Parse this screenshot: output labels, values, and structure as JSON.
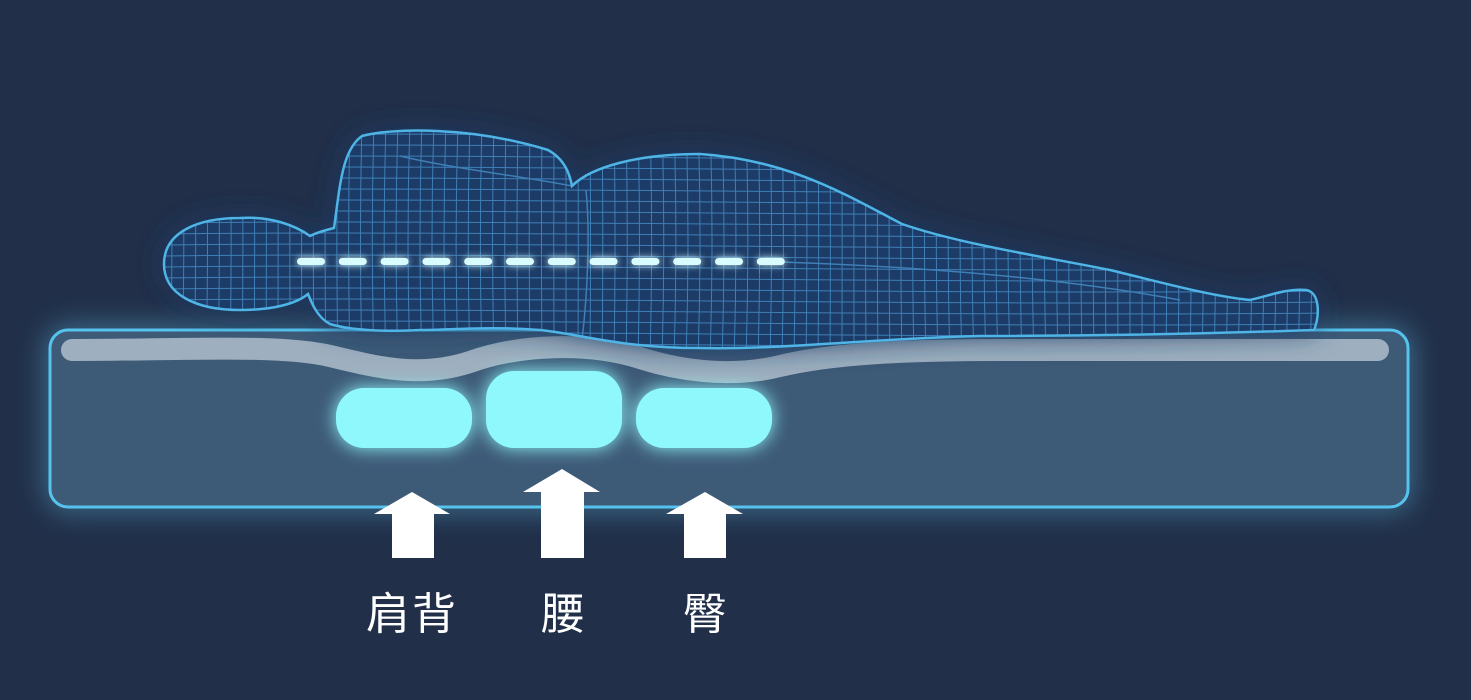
{
  "colors": {
    "background": "#212f49",
    "body_fill": "#1f3a66",
    "body_outline": "#4fb4e6",
    "mesh_line": "#3f7fb6",
    "spine": "#d9fdff",
    "mattress_fill": "#3e5a77",
    "mattress_outline": "#54c3ee",
    "top_layer": "#9eb0bf",
    "support_pad": "#8ff8fc",
    "arrow": "#ffffff",
    "label_text": "#ffffff"
  },
  "icons": {
    "body": "human-body-side-view-icon",
    "arrow": "up-arrow-icon"
  },
  "zones": [
    {
      "id": "shoulder-back",
      "label": "肩背"
    },
    {
      "id": "waist",
      "label": "腰"
    },
    {
      "id": "hip",
      "label": "臀"
    }
  ]
}
